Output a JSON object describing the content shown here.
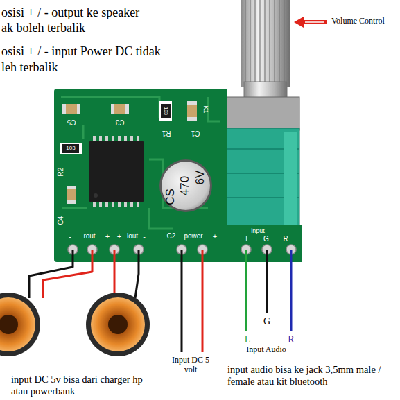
{
  "diagram": {
    "labels": [
      "osisi + / - output ke speaker",
      "ak boleh terbalik",
      "osisi + / - input Power DC tidak",
      "leh terbalik",
      "Volume Control",
      "C5",
      "C3",
      "103",
      "K1",
      "R1",
      "C1",
      "103",
      "R2",
      "C4",
      "CS",
      "470",
      "6V",
      "-",
      "rout",
      "+",
      "+",
      "lout",
      "-",
      "C2",
      "power",
      "+",
      "input",
      "L",
      "G",
      "R",
      "L",
      "G",
      "R",
      "Input Audio",
      "Input DC 5 volt",
      "input audio bisa ke jack 3,5mm male / female atau kit bluetooth",
      "input DC 5v bisa dari charger hp atau powerbank"
    ]
  }
}
